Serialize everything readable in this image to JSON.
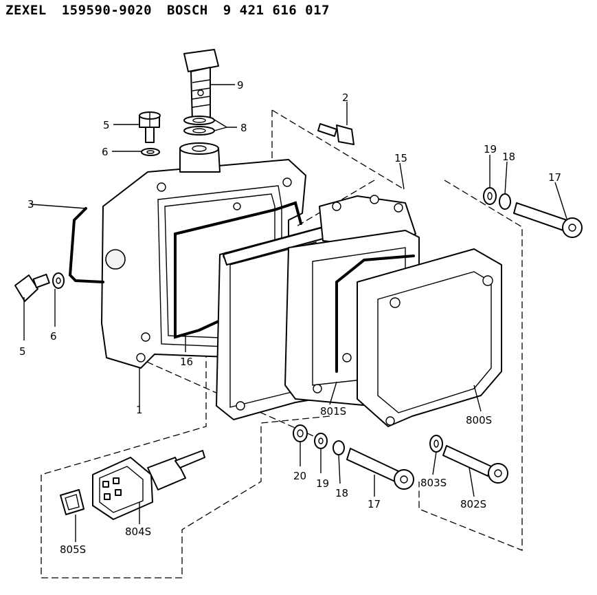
{
  "header": {
    "brand1": "ZEXEL",
    "part1": "159590-9020",
    "brand2": "BOSCH",
    "part2": "9 421 616 017"
  },
  "callouts": {
    "c9": "9",
    "c8": "8",
    "c5a": "5",
    "c6a": "6",
    "c3": "3",
    "c2": "2",
    "c15": "15",
    "c19a": "19",
    "c18a": "18",
    "c17a": "17",
    "c5b": "5",
    "c6b": "6",
    "c16": "16",
    "c1": "1",
    "c801s": "801S",
    "c800s": "800S",
    "c20": "20",
    "c19b": "19",
    "c18b": "18",
    "c17b": "17",
    "c803s": "803S",
    "c802s": "802S",
    "c804s": "804S",
    "c805s": "805S"
  }
}
